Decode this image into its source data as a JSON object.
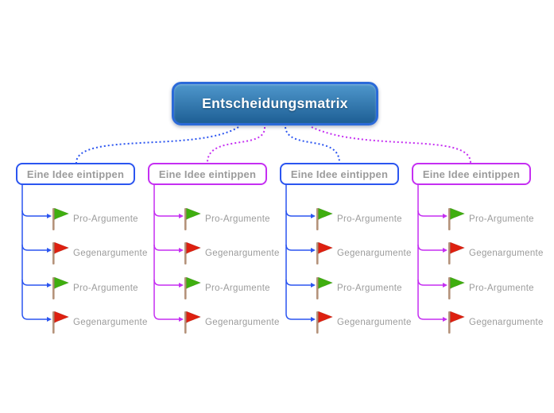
{
  "root": {
    "label": "Entscheidungsmatrix"
  },
  "branches": [
    {
      "label": "Eine Idee eintippen",
      "accent": "blue",
      "items": [
        {
          "label": "Pro-Argumente",
          "flag": "green"
        },
        {
          "label": "Gegenargumente",
          "flag": "red"
        },
        {
          "label": "Pro-Argumente",
          "flag": "green"
        },
        {
          "label": "Gegenargumente",
          "flag": "red"
        }
      ]
    },
    {
      "label": "Eine Idee eintippen",
      "accent": "magenta",
      "items": [
        {
          "label": "Pro-Argumente",
          "flag": "green"
        },
        {
          "label": "Gegenargumente",
          "flag": "red"
        },
        {
          "label": "Pro-Argumente",
          "flag": "green"
        },
        {
          "label": "Gegenargumente",
          "flag": "red"
        }
      ]
    },
    {
      "label": "Eine Idee eintippen",
      "accent": "blue",
      "items": [
        {
          "label": "Pro-Argumente",
          "flag": "green"
        },
        {
          "label": "Gegenargumente",
          "flag": "red"
        },
        {
          "label": "Pro-Argumente",
          "flag": "green"
        },
        {
          "label": "Gegenargumente",
          "flag": "red"
        }
      ]
    },
    {
      "label": "Eine Idee eintippen",
      "accent": "magenta",
      "items": [
        {
          "label": "Pro-Argumente",
          "flag": "green"
        },
        {
          "label": "Gegenargumente",
          "flag": "red"
        },
        {
          "label": "Pro-Argumente",
          "flag": "green"
        },
        {
          "label": "Gegenargumente",
          "flag": "red"
        }
      ]
    }
  ],
  "colors": {
    "blue": "#2b55f0",
    "magenta": "#c52ff2",
    "pro_flag": "#3fae0f",
    "contra_flag": "#dd2010",
    "flag_pole": "#b5937b",
    "node_text": "#9b9b9b",
    "root_text": "#ffffff",
    "root_border": "#2b6ad9",
    "root_top": "#4e97cc",
    "root_bottom": "#1e5f95"
  }
}
